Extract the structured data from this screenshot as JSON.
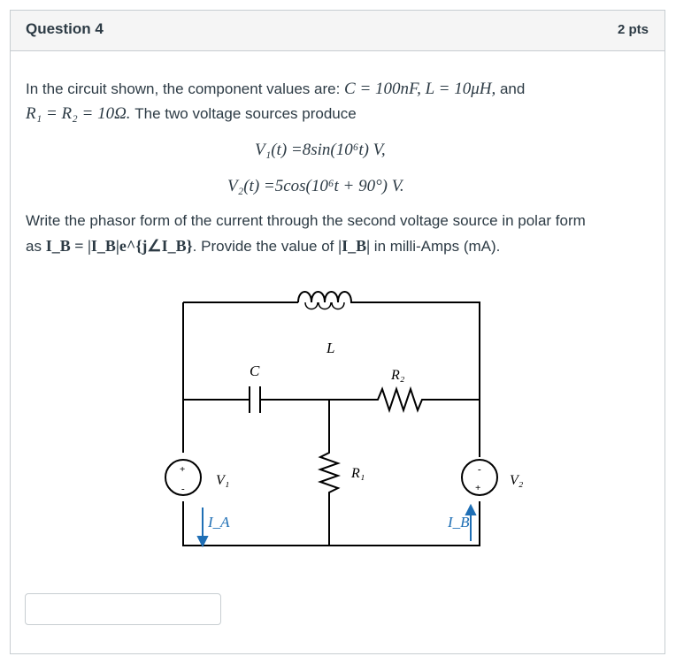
{
  "question": {
    "title": "Question 4",
    "points": "2 pts"
  },
  "body": {
    "line1_prefix": "In the circuit shown, the component values are: ",
    "line1_C": "C = 100nF, L = 10μH,",
    "line1_and": " and",
    "line2_R": "R₁ = R₂ = 10Ω.",
    "line2_rest": " The two voltage sources produce",
    "eq1": "V₁(t) =8sin(10⁶t) V,",
    "eq2": "V₂(t) =5cos(10⁶t + 90°) V.",
    "line3": "Write the phasor form of the current through the second voltage source in polar form",
    "line4_prefix": "as ",
    "line4_phasor": "I_B = |I_B|e^{j∠I_B}",
    "line4_mid": ". Provide the value of ",
    "line4_mag": "|I_B|",
    "line4_suffix": " in milli-Amps (mA)."
  },
  "circuit": {
    "label_L": "L",
    "label_C": "C",
    "label_R2": "R₂",
    "label_R1": "R₁",
    "label_V1": "V₁",
    "label_V2": "V₂",
    "label_IA": "I_A",
    "label_IB": "I_B",
    "plus": "+",
    "minus": "-",
    "arrow_color": "#1f6fb5"
  },
  "answer": {
    "value": ""
  }
}
